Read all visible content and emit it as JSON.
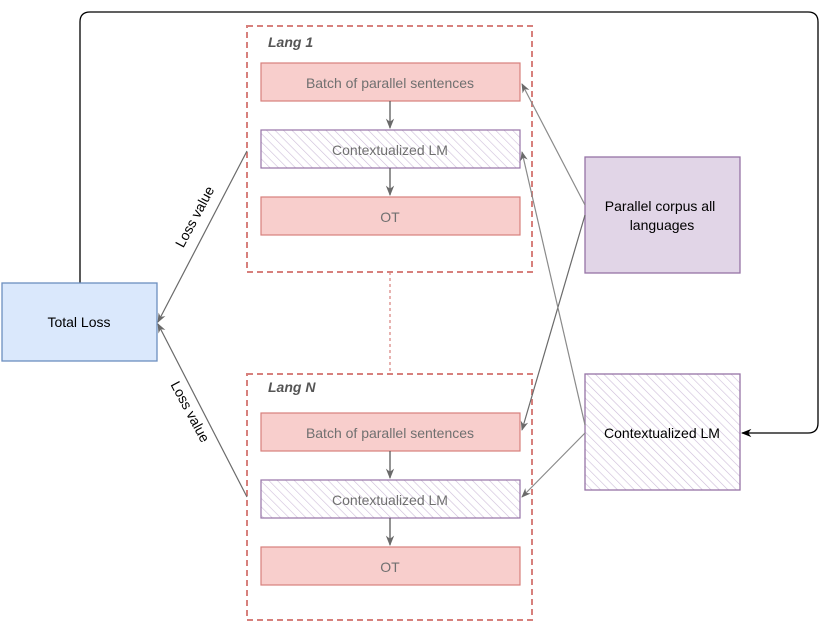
{
  "groups": [
    {
      "title": "Lang 1",
      "batch": "Batch of parallel sentences",
      "lm": "Contextualized LM",
      "ot": "OT"
    },
    {
      "title": "Lang N",
      "batch": "Batch of parallel sentences",
      "lm": "Contextualized LM",
      "ot": "OT"
    }
  ],
  "total_loss": "Total Loss",
  "corpus": {
    "line1": "Parallel corpus all",
    "line2": "languages"
  },
  "context_lm": "Contextualized LM",
  "edge_labels": {
    "loss_top": "Loss value",
    "loss_bottom": "Loss value"
  },
  "colors": {
    "red_fill": "#f8cecc",
    "red_stroke": "#d7807c",
    "purple_fill": "#e1d5e7",
    "purple_stroke": "#9673a6",
    "hatch": "#c8b6d4",
    "blue_fill": "#dae8fc",
    "blue_stroke": "#6c8ebf",
    "arrow_grey": "#707070",
    "arrow_black": "#000000"
  }
}
